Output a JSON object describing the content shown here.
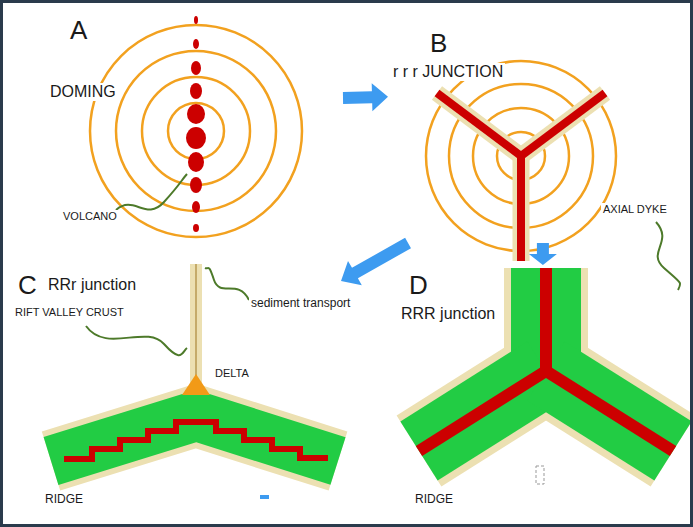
{
  "diagram": {
    "nodes": [
      {
        "text": [
          "A",
          "DOMING"
        ]
      },
      {
        "text": [
          "B",
          "r r r JUNCTION"
        ]
      },
      {
        "text": [
          "C",
          "RRr junction"
        ]
      },
      {
        "text": [
          "D",
          "RRR junction"
        ]
      }
    ],
    "edges": [
      {
        "from": 0,
        "to": 1,
        "arrow": "to"
      },
      {
        "from": 1,
        "to": 2,
        "arrow": "to"
      },
      {
        "from": 1,
        "to": 3,
        "arrow": "to"
      }
    ],
    "labels": [
      "VOLCANO",
      "AXIAL DYKE",
      "RIFT VALLEY CRUST",
      "sediment transport",
      "DELTA",
      "RIDGE",
      "RIDGE"
    ]
  }
}
